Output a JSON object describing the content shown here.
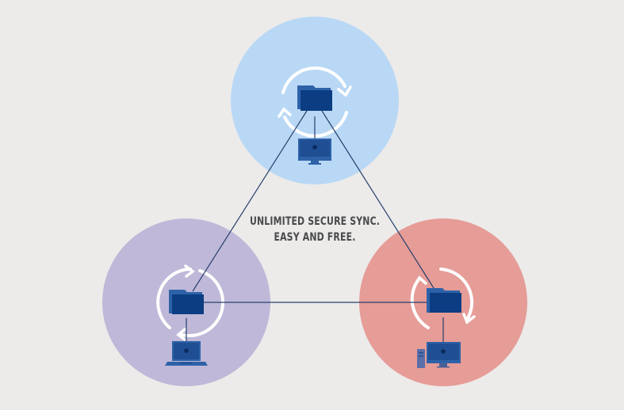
{
  "caption": {
    "line1": "UNLIMITED SECURE SYNC.",
    "line2": "EASY AND FREE."
  },
  "colors": {
    "background": "#ecebea",
    "node_top": "#b9d8f5",
    "node_left": "#bfb8d8",
    "node_right": "#e69c97",
    "folder_back": "#2e62a8",
    "folder_front": "#0c3d82",
    "device": "#2a5b9e",
    "device_screen": "#1f4e93",
    "connector": "#26406e",
    "sync_ring": "#ffffff",
    "text": "#4a4a4c"
  },
  "nodes": [
    {
      "id": "top",
      "device": "monitor-icon",
      "color": "node_top"
    },
    {
      "id": "left",
      "device": "laptop-icon",
      "color": "node_left"
    },
    {
      "id": "right",
      "device": "desktop-tower-icon",
      "color": "node_right"
    }
  ]
}
